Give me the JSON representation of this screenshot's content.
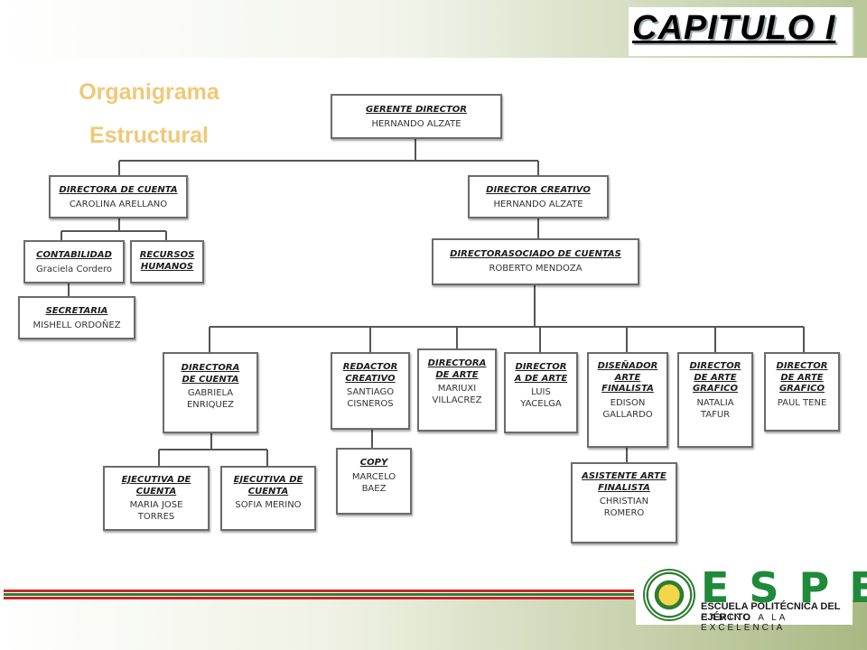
{
  "header": {
    "title": "CAPITULO I"
  },
  "subtitle": {
    "line1": "Organigrama",
    "line2": "Estructural"
  },
  "nodes": {
    "gerente": {
      "role": "GERENTE DIRECTOR",
      "name": "HERNANDO ALZATE"
    },
    "dir_cuenta": {
      "role": "DIRECTORA DE CUENTA",
      "name": "CAROLINA ARELLANO"
    },
    "dir_creativo": {
      "role": "DIRECTOR CREATIVO",
      "name": "HERNANDO ALZATE"
    },
    "contabilidad": {
      "role": "CONTABILIDAD",
      "name": "Graciela Cordero"
    },
    "recursos": {
      "role": "RECURSOS HUMANOS",
      "name": ""
    },
    "secretaria": {
      "role": "SECRETARIA",
      "name": "MISHELL ORDOÑEZ"
    },
    "asociado": {
      "role": "DIRECTORASOCIADO DE CUENTAS",
      "name": "ROBERTO MENDOZA"
    },
    "dir_cuenta2": {
      "role": "DIRECTORA DE CUENTA",
      "name": "GABRIELA ENRIQUEZ"
    },
    "redactor": {
      "role": "REDACTOR CREATIVO",
      "name": "SANTIAGO CISNEROS"
    },
    "dir_arte1": {
      "role": "DIRECTORA DE ARTE",
      "name": "MARIUXI VILLACREZ"
    },
    "dir_arte2": {
      "role": "DIRECTOR A DE ARTE",
      "name": "LUIS YACELGA"
    },
    "disenador": {
      "role": "DISEÑADOR ARTE FINALISTA",
      "name": "EDISON GALLARDO"
    },
    "dir_arte_graf1": {
      "role": "DIRECTOR DE ARTE GRAFICO",
      "name": "NATALIA TAFUR"
    },
    "dir_arte_graf2": {
      "role": "DIRECTOR DE ARTE GRAFICO",
      "name": "PAUL TENE"
    },
    "ejecutiva1": {
      "role": "EJECUTIVA DE CUENTA",
      "name": "MARIA JOSE TORRES"
    },
    "ejecutiva2": {
      "role": "EJECUTIVA DE CUENTA",
      "name": "SOFIA MERINO"
    },
    "copy": {
      "role": "COPY",
      "name": "MARCELO BAEZ"
    },
    "asistente": {
      "role": "ASISTENTE ARTE FINALISTA",
      "name": "CHRISTIAN ROMERO"
    }
  },
  "logo": {
    "brand": "ESPE",
    "institution": "ESCUELA POLITÉCNICA DEL EJÉRCITO",
    "motto": "CAMINO A LA EXCELENCIA"
  },
  "colors": {
    "subtitle": "#f0c877",
    "stripe_red": "#c62828",
    "stripe_green": "#2e7d32",
    "brand_green": "#1f8a3a"
  }
}
